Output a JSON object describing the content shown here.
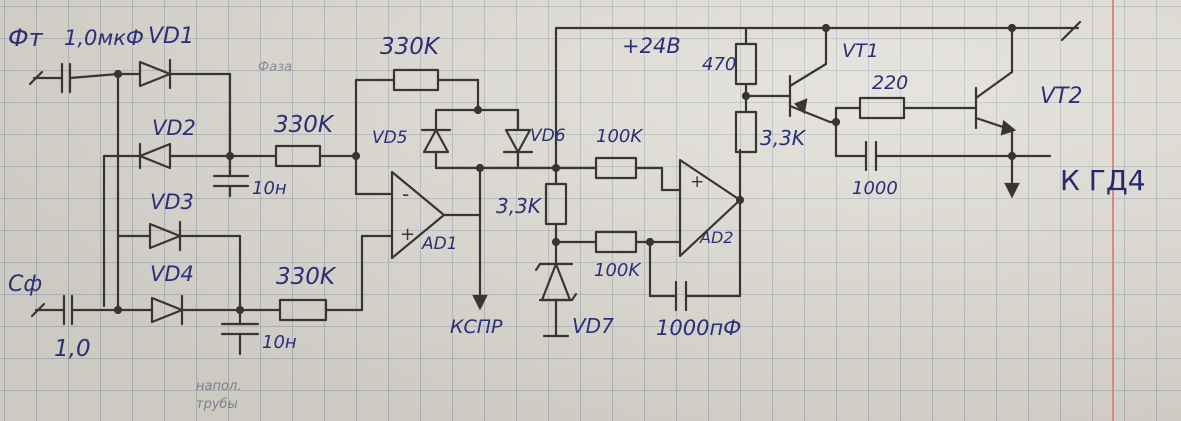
{
  "inputs": {
    "top": "Фт",
    "bottom": "Сф"
  },
  "capacitors": {
    "c_in_top": "1,0мкФ",
    "c_in_bottom": "1,0",
    "c_filter_top": "10н",
    "c_filter_bottom": "10н",
    "c_ad2": "1000пФ",
    "c_vt": "1000"
  },
  "diodes": {
    "vd1": "VD1",
    "vd2": "VD2",
    "vd3": "VD3",
    "vd4": "VD4",
    "vd5": "VD5",
    "vd6": "VD6",
    "vd7": "VD7"
  },
  "resistors": {
    "r_fb": "330K",
    "r_in_top": "330K",
    "r_in_bottom": "330K",
    "r_ad2_top": "100K",
    "r_ad2_bottom": "100K",
    "r_div": "3,3K",
    "r_vt_top": "470",
    "r_vt_mid": "3,3K",
    "r_vt_base": "220"
  },
  "amps": {
    "ad1": "AD1",
    "ad2": "AD2",
    "minus": "-",
    "plus": "+"
  },
  "transistors": {
    "vt1": "VT1",
    "vt2": "VT2"
  },
  "supply": "+24В",
  "outputs": {
    "kspr": "КСПР",
    "gd4": "К ГД4"
  },
  "faint_notes": {
    "top": "Фаза",
    "bottom": "напол. трубы"
  }
}
